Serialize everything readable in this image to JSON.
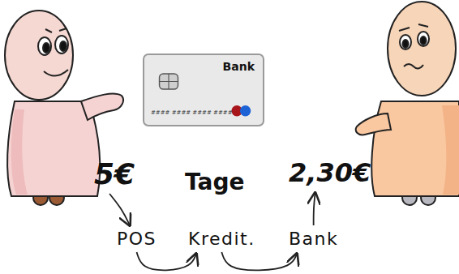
{
  "diagram": {
    "nodes": [
      {
        "text": [
          "Bank",
          "#### #### #### ####"
        ]
      },
      {
        "text": [
          "5€"
        ]
      },
      {
        "text": [
          "2,30€"
        ]
      },
      {
        "text": [
          "POS"
        ]
      },
      {
        "text": [
          "Kredit."
        ]
      },
      {
        "text": [
          "Bank"
        ]
      }
    ],
    "edges": [
      {
        "from": 1,
        "to": 3,
        "arrow": "to"
      },
      {
        "from": 3,
        "to": 4,
        "arrow": "to"
      },
      {
        "from": 4,
        "to": 5,
        "arrow": "to"
      },
      {
        "from": 5,
        "to": 2,
        "arrow": "to"
      }
    ],
    "labels": [
      "Tage"
    ]
  }
}
